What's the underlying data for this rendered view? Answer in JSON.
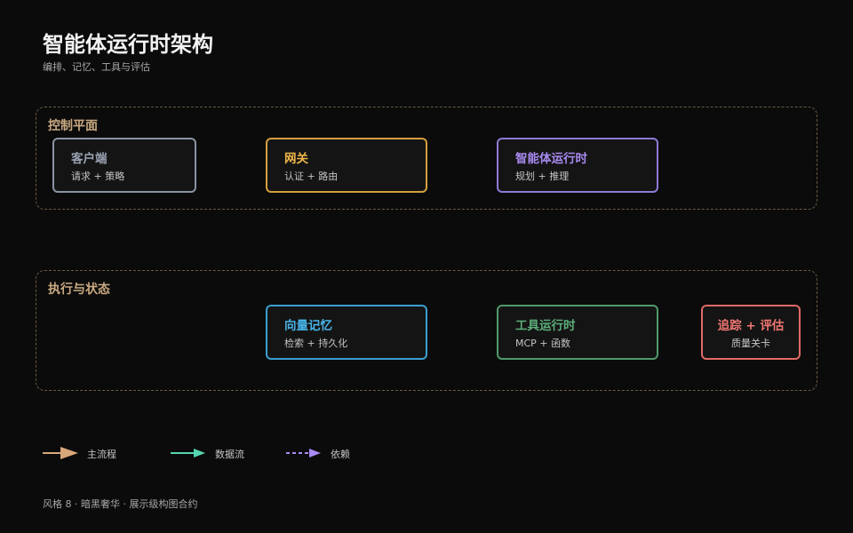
{
  "header": {
    "title": "智能体运行时架构",
    "subtitle": "编排、记忆、工具与评估"
  },
  "groups": [
    {
      "label": "控制平面"
    },
    {
      "label": "执行与状态"
    }
  ],
  "nodes": [
    {
      "title": "客户端",
      "subtitle": "请求 + 策略",
      "color": "#8a93a3",
      "title_color": "#9aa3b3"
    },
    {
      "title": "网关",
      "subtitle": "认证 + 路由",
      "color": "#d4a03c",
      "title_color": "#f0b84a"
    },
    {
      "title": "智能体运行时",
      "subtitle": "规划 + 推理",
      "color": "#8f7ad6",
      "title_color": "#a88af0"
    },
    {
      "title": "向量记忆",
      "subtitle": "检索 + 持久化",
      "color": "#3a9fd0",
      "title_color": "#49b4ea"
    },
    {
      "title": "工具运行时",
      "subtitle": "MCP + 函数",
      "color": "#4f9a6c",
      "title_color": "#5cae7a"
    },
    {
      "title": "追踪 + 评估",
      "subtitle": "质量关卡",
      "color": "#e06a66",
      "title_color": "#f07772"
    }
  ],
  "legend": {
    "items": [
      {
        "label": "主流程",
        "color": "#d9a87a",
        "style": "solid-large"
      },
      {
        "label": "数据流",
        "color": "#54d6b0",
        "style": "solid"
      },
      {
        "label": "依赖",
        "color": "#a98af5",
        "style": "dashed"
      }
    ]
  },
  "footer": {
    "text": "风格 8 · 暗黑奢华 · 展示级构图合约"
  }
}
